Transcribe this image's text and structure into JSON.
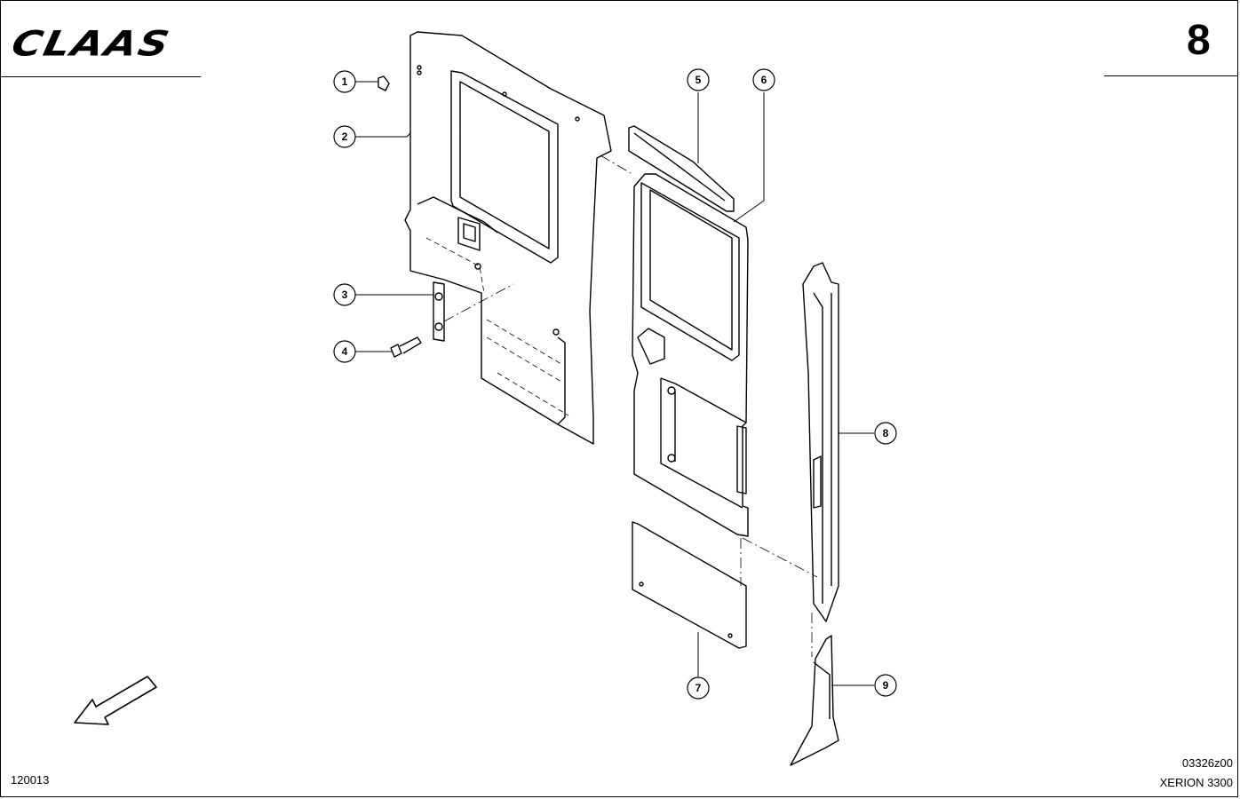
{
  "header": {
    "brand": "CLAAS",
    "page_number": "8"
  },
  "footer": {
    "document_number": "120013",
    "drawing_code": "03326z00",
    "model": "XERION 3300"
  },
  "callouts": [
    "1",
    "2",
    "3",
    "4",
    "5",
    "6",
    "7",
    "8",
    "9"
  ],
  "icons": {
    "direction_arrow": "direction-arrow-icon"
  }
}
